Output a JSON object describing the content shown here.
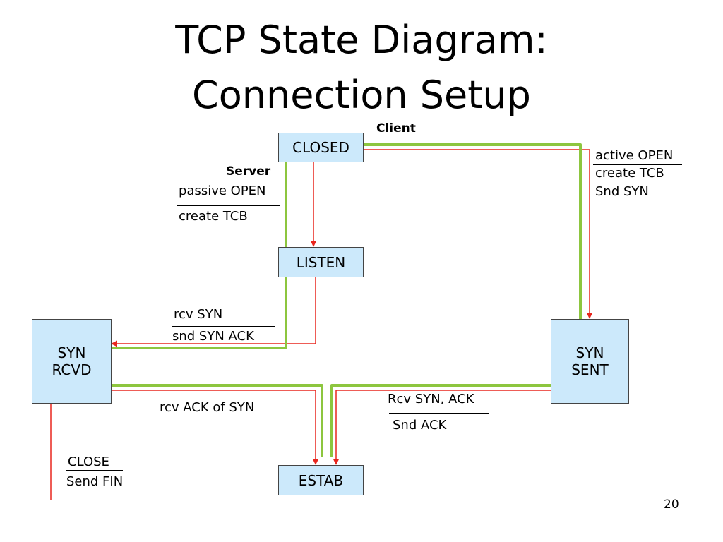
{
  "title": {
    "line1": "TCP State Diagram:",
    "line2": "Connection Setup"
  },
  "roles": {
    "client": "Client",
    "server": "Server"
  },
  "states": {
    "closed": "CLOSED",
    "listen": "LISTEN",
    "syn_rcvd": {
      "line1": "SYN",
      "line2": "RCVD"
    },
    "syn_sent": {
      "line1": "SYN",
      "line2": "SENT"
    },
    "estab": "ESTAB"
  },
  "transitions": {
    "passive_open": {
      "event": "passive OPEN",
      "action": "create TCB"
    },
    "active_open": {
      "event": "active OPEN",
      "action": "create TCB",
      "action2": "Snd SYN"
    },
    "rcv_syn": {
      "event": "rcv SYN",
      "action": "snd SYN ACK"
    },
    "rcv_ack_of_syn": {
      "event": "rcv ACK of SYN"
    },
    "rcv_syn_ack": {
      "event": "Rcv SYN, ACK",
      "action": "Snd ACK"
    },
    "close": {
      "event": "CLOSE",
      "action": "Send FIN"
    }
  },
  "colors": {
    "state_fill": "#cce9fb",
    "arrow": "#e8261e",
    "path_highlight": "#8dc63f"
  },
  "page_number": "20"
}
